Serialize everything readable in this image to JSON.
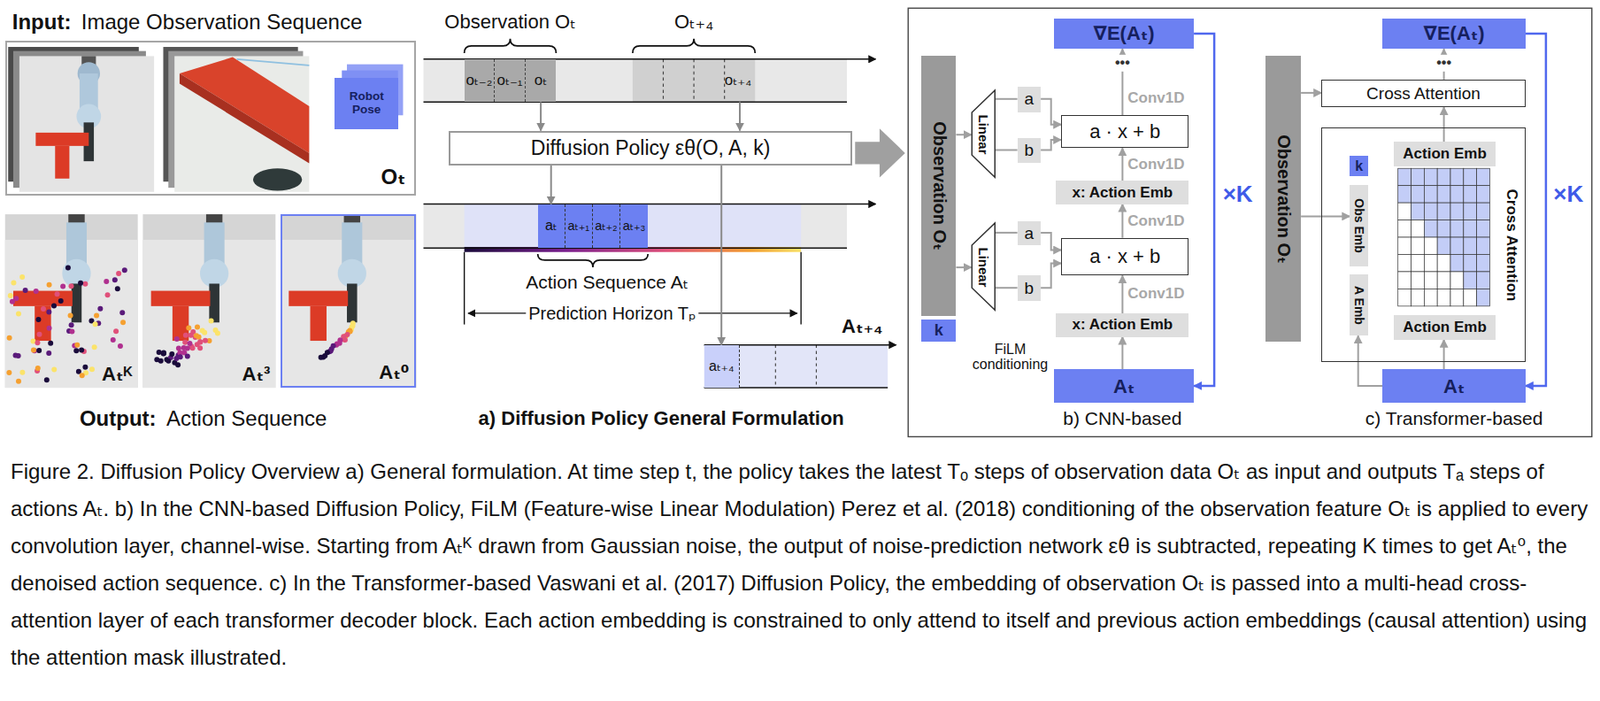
{
  "diagram": {
    "caption": "Figure 2. Diffusion Policy Overview a) General formulation. At time step t, the policy takes the latest Tₒ steps of observation data Oₜ as input and outputs Tₐ steps of actions Aₜ. b) In the CNN-based Diffusion Policy, FiLM (Feature-wise Linear Modulation) Perez et al. (2018) conditioning of the observation feature Oₜ is applied to every convolution layer, channel-wise. Starting from Aₜᴷ drawn from Gaussian noise, the output of noise-prediction network εθ is subtracted, repeating K times to get Aₜ⁰, the denoised action sequence. c) In the Transformer-based Vaswani et al. (2017) Diffusion Policy, the embedding of observation Oₜ is passed into a multi-head cross-attention layer of each transformer decoder block. Each action embedding is constrained to only attend to itself and previous action embeddings (causal attention) using the attention mask illustrated.",
    "nodes": [
      {
        "text": [
          "Input:",
          "Image Observation Sequence",
          "Oₜ"
        ]
      },
      {
        "text": [
          "Robot Pose"
        ],
        "in": 0
      },
      {
        "text": [
          "Aₜᴷ"
        ]
      },
      {
        "text": [
          "Aₜ³"
        ]
      },
      {
        "text": [
          "Aₜ⁰"
        ]
      },
      {
        "text": [
          "oₜ₋₂"
        ]
      },
      {
        "text": [
          "oₜ₋₁"
        ]
      },
      {
        "text": [
          "oₜ"
        ]
      },
      {
        "text": [
          "oₜ₊₄"
        ]
      },
      {
        "text": [
          "Diffusion Policy εθ(O, A, k)"
        ]
      },
      {
        "text": [
          "aₜ"
        ]
      },
      {
        "text": [
          "aₜ₊₁"
        ]
      },
      {
        "text": [
          "aₜ₊₂"
        ]
      },
      {
        "text": [
          "aₜ₊₃"
        ]
      },
      {
        "text": [
          "aₜ₊₄"
        ]
      },
      {
        "text": [
          "∇E(Aₜ)"
        ]
      },
      {
        "text": [
          "Observation Oₜ"
        ]
      },
      {
        "text": [
          "Linear"
        ]
      },
      {
        "text": [
          "a"
        ]
      },
      {
        "text": [
          "b"
        ]
      },
      {
        "text": [
          "a · x + b"
        ]
      },
      {
        "text": [
          "x: Action Emb"
        ]
      },
      {
        "text": [
          "Linear"
        ]
      },
      {
        "text": [
          "a"
        ]
      },
      {
        "text": [
          "b"
        ]
      },
      {
        "text": [
          "a · x + b"
        ]
      },
      {
        "text": [
          "x: Action Emb"
        ]
      },
      {
        "text": [
          "k"
        ]
      },
      {
        "text": [
          "Aₜ"
        ]
      },
      {
        "text": [
          "∇E(Aₜ)"
        ]
      },
      {
        "text": [
          "Cross Attention"
        ]
      },
      {
        "text": [
          "Observation Oₜ"
        ]
      },
      {
        "text": [
          "Cross Attention"
        ]
      },
      {
        "text": [
          "Action Emb"
        ],
        "in": 32
      },
      {
        "text": [
          "k"
        ],
        "in": 32
      },
      {
        "text": [
          "Obs Emb"
        ],
        "in": 32
      },
      {
        "text": [
          "A Emb"
        ],
        "in": 32
      },
      {
        "text": [
          "Action Emb"
        ],
        "in": 32
      },
      {
        "text": [
          "Aₜ"
        ]
      }
    ],
    "edges": [
      {
        "from": 7,
        "to": 9,
        "arrow": "to"
      },
      {
        "from": 8,
        "to": 9,
        "arrow": "to"
      },
      {
        "from": 9,
        "to": 10,
        "arrow": "to"
      },
      {
        "from": 9,
        "to": 14,
        "arrow": "to"
      },
      {
        "from": 16,
        "to": 17,
        "arrow": "to"
      },
      {
        "from": 16,
        "to": 22,
        "arrow": "to"
      },
      {
        "from": 17,
        "to": 18,
        "arrow": "none"
      },
      {
        "from": 17,
        "to": 19,
        "arrow": "none"
      },
      {
        "from": 18,
        "to": 20,
        "arrow": "to"
      },
      {
        "from": 19,
        "to": 20,
        "arrow": "to"
      },
      {
        "from": 22,
        "to": 23,
        "arrow": "none"
      },
      {
        "from": 22,
        "to": 24,
        "arrow": "none"
      },
      {
        "from": 23,
        "to": 25,
        "arrow": "to"
      },
      {
        "from": 24,
        "to": 25,
        "arrow": "to"
      },
      {
        "from": 28,
        "to": 26,
        "arrow": "to"
      },
      {
        "from": 26,
        "to": 25,
        "label": "Conv1D",
        "arrow": "to"
      },
      {
        "from": 25,
        "to": 21,
        "label": "Conv1D",
        "arrow": "to"
      },
      {
        "from": 21,
        "to": 20,
        "label": "Conv1D",
        "arrow": "to"
      },
      {
        "from": 20,
        "to": 15,
        "label": "Conv1D",
        "arrow": "to"
      },
      {
        "from": 15,
        "to": 28,
        "label": "×K",
        "arrow": "to"
      },
      {
        "from": 31,
        "to": 30,
        "arrow": "to"
      },
      {
        "from": 31,
        "to": 35,
        "arrow": "to"
      },
      {
        "from": 38,
        "to": 36,
        "arrow": "to"
      },
      {
        "from": 38,
        "to": 37,
        "arrow": "to"
      },
      {
        "from": 33,
        "to": 30,
        "arrow": "to"
      },
      {
        "from": 30,
        "to": 29,
        "arrow": "to"
      },
      {
        "from": 29,
        "to": 38,
        "label": "×K",
        "arrow": "to"
      }
    ],
    "labels": [
      "Output:",
      "Action Sequence",
      "Observation Oₜ",
      "Oₜ₊₄",
      "Action Sequence Aₜ",
      "Prediction Horizon Tₚ",
      "Aₜ₊₄",
      "a) Diffusion Policy General Formulation",
      "•••",
      "FiLM conditioning",
      "b) CNN-based",
      "•••",
      "c) Transformer-based"
    ]
  }
}
